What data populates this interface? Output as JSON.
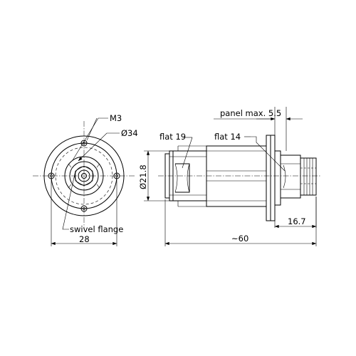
{
  "labels": {
    "m3": "M3",
    "d34": "Ø34",
    "flat19": "flat 19",
    "flat14": "flat 14",
    "panel": "panel max. 5.5",
    "d218": "Ø21.8",
    "swivel": "swivel flange",
    "w28": "28",
    "l60": "~60",
    "l167": "16.7"
  }
}
